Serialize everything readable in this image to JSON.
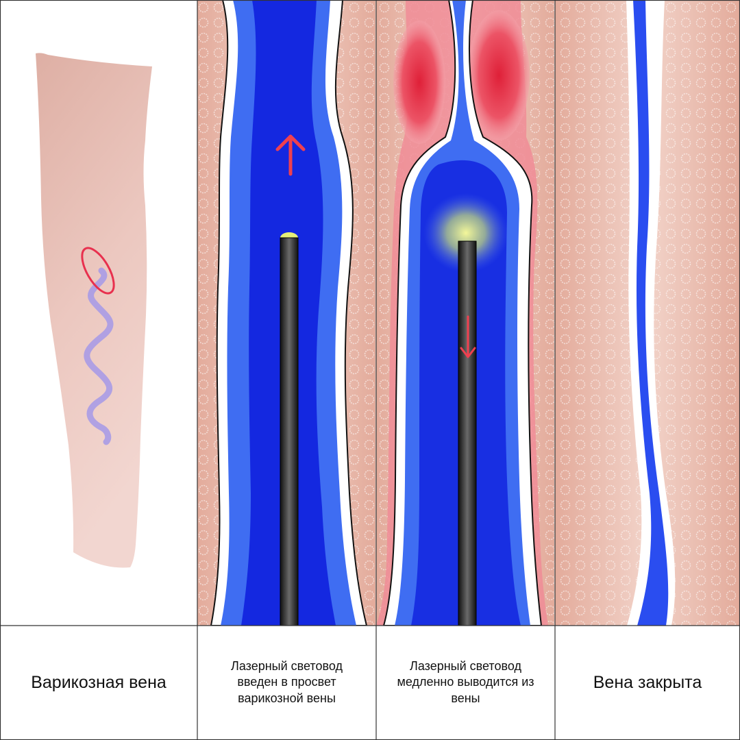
{
  "panels": [
    {
      "id": "varicose",
      "caption": "Варикозная вена"
    },
    {
      "id": "inserted",
      "caption": "Лазерный световод введен в просвет варикозной вены"
    },
    {
      "id": "withdrawn",
      "caption": "Лазерный световод медленно выводится из вены"
    },
    {
      "id": "closed",
      "caption": "Вена закрыта"
    }
  ],
  "colors": {
    "skin": "#e6bcb1",
    "tissue": "#e9b9aa",
    "vein_blue": "#1428e0",
    "vein_mid": "#3f6df2",
    "heat_red": "#e0283e",
    "arrow_red": "#ef4050",
    "fiber_tip": "#e6ef78",
    "circle_red": "#e8304e"
  }
}
